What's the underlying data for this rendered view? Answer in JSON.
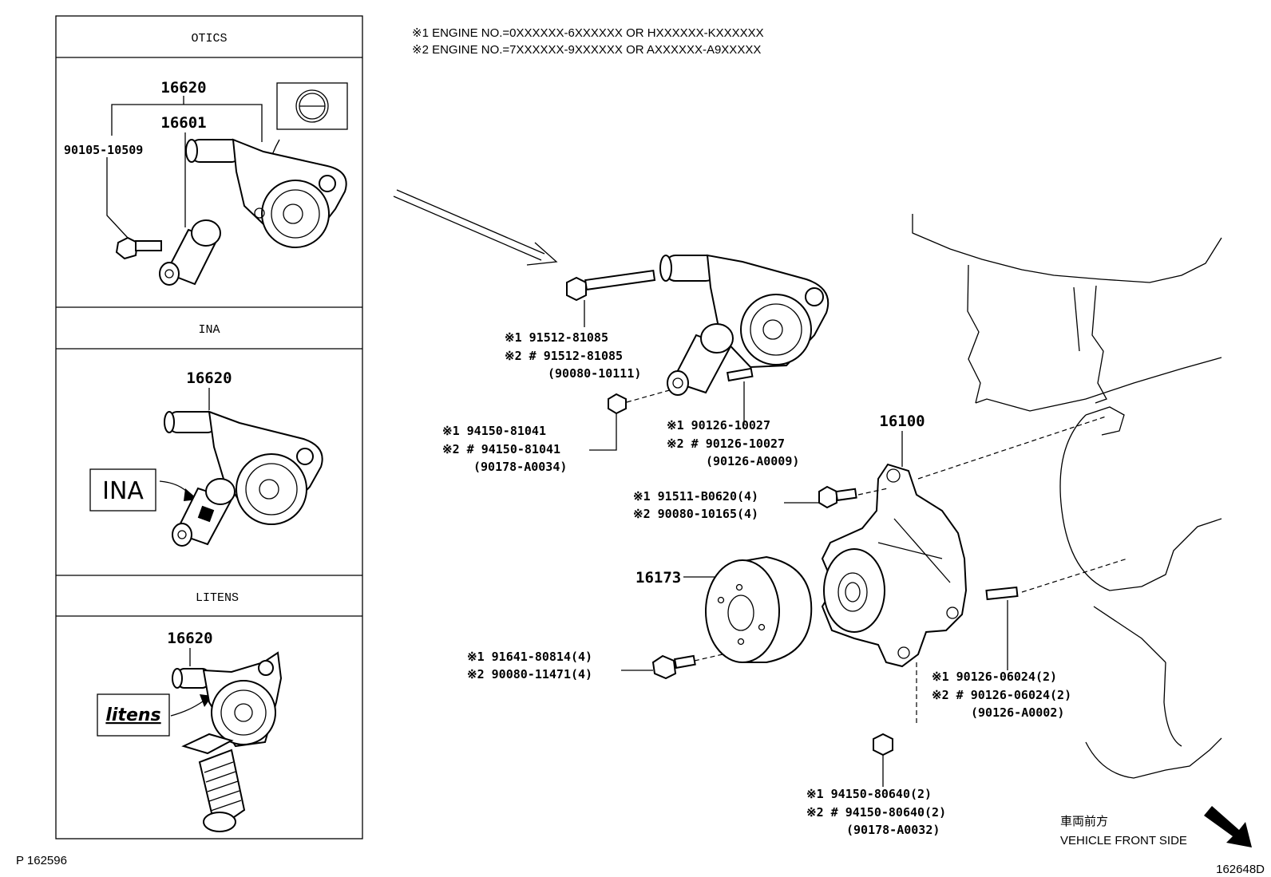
{
  "notes": {
    "note1": "※1 ENGINE NO.=0XXXXXX-6XXXXXX OR HXXXXXX-KXXXXXX",
    "note2": "※2 ENGINE NO.=7XXXXXX-9XXXXXX OR AXXXXXX-A9XXXXX"
  },
  "panels": {
    "otics": {
      "title": "OTICS",
      "p16620": "16620",
      "p16601": "16601",
      "bolt": "90105-10509"
    },
    "ina": {
      "title": "INA",
      "p16620": "16620",
      "logo": "INA"
    },
    "litens": {
      "title": "LITENS",
      "p16620": "16620",
      "logo": "litens"
    }
  },
  "callouts": {
    "bolt_81085": {
      "l1": "※1  91512-81085",
      "l2": "※2 #  91512-81085",
      "l3": "(90080-10111)"
    },
    "nut_81041": {
      "l1": "※1  94150-81041",
      "l2": "※2 #  94150-81041",
      "l3": "(90178-A0034)"
    },
    "stud_10027": {
      "l1": "※1  90126-10027",
      "l2": "※2 #  90126-10027",
      "l3": "(90126-A0009)"
    },
    "pump": "16100",
    "bolt_b0620": {
      "l1": "※1  91511-B0620(4)",
      "l2": "※2  90080-10165(4)"
    },
    "pulley": "16173",
    "bolt_80814": {
      "l1": "※1  91641-80814(4)",
      "l2": "※2  90080-11471(4)"
    },
    "stud_06024": {
      "l1": "※1  90126-06024(2)",
      "l2": "※2 #  90126-06024(2)",
      "l3": "(90126-A0002)"
    },
    "nut_80640": {
      "l1": "※1  94150-80640(2)",
      "l2": "※2 #  94150-80640(2)",
      "l3": "(90178-A0032)"
    }
  },
  "footer": {
    "left_code": "P  162596",
    "right_code": "162648D",
    "front_jp": "車両前方",
    "front_en": "VEHICLE FRONT SIDE"
  }
}
